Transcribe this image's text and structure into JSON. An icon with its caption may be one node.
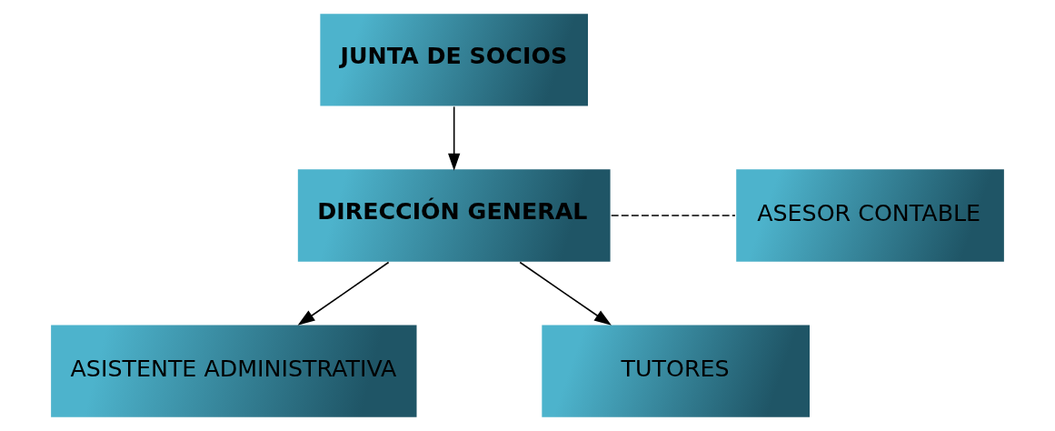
{
  "diagram": {
    "nodes": [
      {
        "text": [
          "JUNTA DE SOCIOS"
        ]
      },
      {
        "text": [
          "DIRECCIÓN GENERAL"
        ]
      },
      {
        "text": [
          "ASESOR CONTABLE"
        ]
      },
      {
        "text": [
          "ASISTENTE ADMINISTRATIVA"
        ]
      },
      {
        "text": [
          "TUTORES"
        ]
      }
    ],
    "edges": [
      {
        "from": 0,
        "to": 1,
        "arrow": "to"
      },
      {
        "from": 1,
        "to": 2,
        "arrow": "none",
        "style": "dashed"
      },
      {
        "from": 1,
        "to": 3,
        "arrow": "to"
      },
      {
        "from": 1,
        "to": 4,
        "arrow": "to"
      }
    ]
  }
}
